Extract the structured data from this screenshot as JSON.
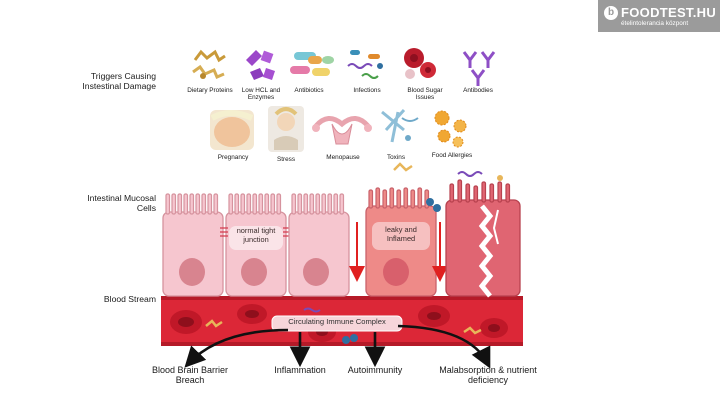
{
  "watermark": {
    "logo_letter": "b",
    "name": "FOODTEST.HU",
    "tagline": "ételintolerancia központ"
  },
  "sections": {
    "triggers": "Triggers Causing Instestinal Damage",
    "cells": "Intestinal Mucosal Cells",
    "blood": "Blood Stream"
  },
  "triggers": [
    {
      "label": "Dietary Proteins",
      "icon": "dietary-proteins-icon"
    },
    {
      "label": "Low HCL and Enzymes",
      "icon": "enzymes-icon"
    },
    {
      "label": "Antibiotics",
      "icon": "pills-icon"
    },
    {
      "label": "Infections",
      "icon": "bacteria-icon"
    },
    {
      "label": "Blood Sugar Issues",
      "icon": "blood-cells-icon"
    },
    {
      "label": "Antibodies",
      "icon": "antibody-icon"
    },
    {
      "label": "Pregnancy",
      "icon": "pregnant-woman-icon"
    },
    {
      "label": "Stress",
      "icon": "stressed-person-icon"
    },
    {
      "label": "Menopause",
      "icon": "uterus-icon"
    },
    {
      "label": "Toxins",
      "icon": "toxins-icon"
    },
    {
      "label": "Food Allergies",
      "icon": "pollen-icon"
    }
  ],
  "cells": {
    "normal_label": "normal tight junction",
    "leaky_label": "leaky and Inflamed"
  },
  "immune_complex": "Circulating Immune Complex",
  "outcomes": [
    {
      "label": "Blood Brain Barrier Breach"
    },
    {
      "label": "Inflammation"
    },
    {
      "label": "Autoimmunity"
    },
    {
      "label": "Malabsorption & nutrient deficiency"
    }
  ],
  "colors": {
    "cell_normal": "#f6c6cf",
    "cell_leaky": "#ee8a88",
    "cell_damaged": "#e06572",
    "nucleus": "#d8848f",
    "blood_vessel": "#dc2737",
    "arrow_red": "#e02020"
  }
}
